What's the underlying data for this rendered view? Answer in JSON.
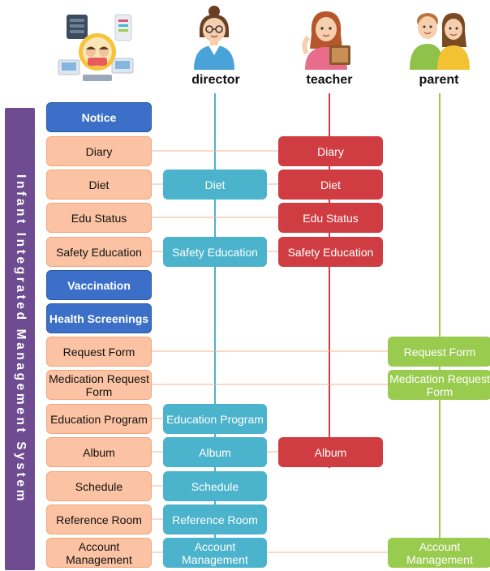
{
  "colors": {
    "system_bar": "#6f4c91",
    "left_item": "#fbc3a3",
    "left_item_highlight": "#3c6fc7",
    "director": "#4bb3cb",
    "teacher": "#cf3d42",
    "parent": "#99cb4f",
    "connector": "#f3b58f"
  },
  "system_title": "Infant Integrated Management System",
  "roles": {
    "director": "director",
    "teacher": "teacher",
    "parent": "parent"
  },
  "icons": {
    "system": "computer-network-icon",
    "director": "director-avatar-icon",
    "teacher": "teacher-avatar-icon",
    "parent": "parent-avatar-icon"
  },
  "features": [
    {
      "label": "Notice"
    },
    {
      "label": "Diary",
      "teacher": "Diary"
    },
    {
      "label": "Diet",
      "director": "Diet",
      "teacher": "Diet"
    },
    {
      "label": "Edu Status",
      "teacher": "Edu Status"
    },
    {
      "label": "Safety Education",
      "director": "Safety Education",
      "teacher": "Safety Education"
    },
    {
      "label": "Vaccination"
    },
    {
      "label": "Health Screenings"
    },
    {
      "label": "Request Form",
      "parent": "Request Form"
    },
    {
      "label": "Medication Request Form",
      "parent": "Medication Request Form"
    },
    {
      "label": "Education Program",
      "director": "Education Program"
    },
    {
      "label": "Album",
      "director": "Album",
      "teacher": "Album"
    },
    {
      "label": "Schedule",
      "director": "Schedule"
    },
    {
      "label": "Reference Room",
      "director": "Reference Room"
    },
    {
      "label": "Account Management",
      "director": "Account Management",
      "parent": "Account Management"
    }
  ]
}
